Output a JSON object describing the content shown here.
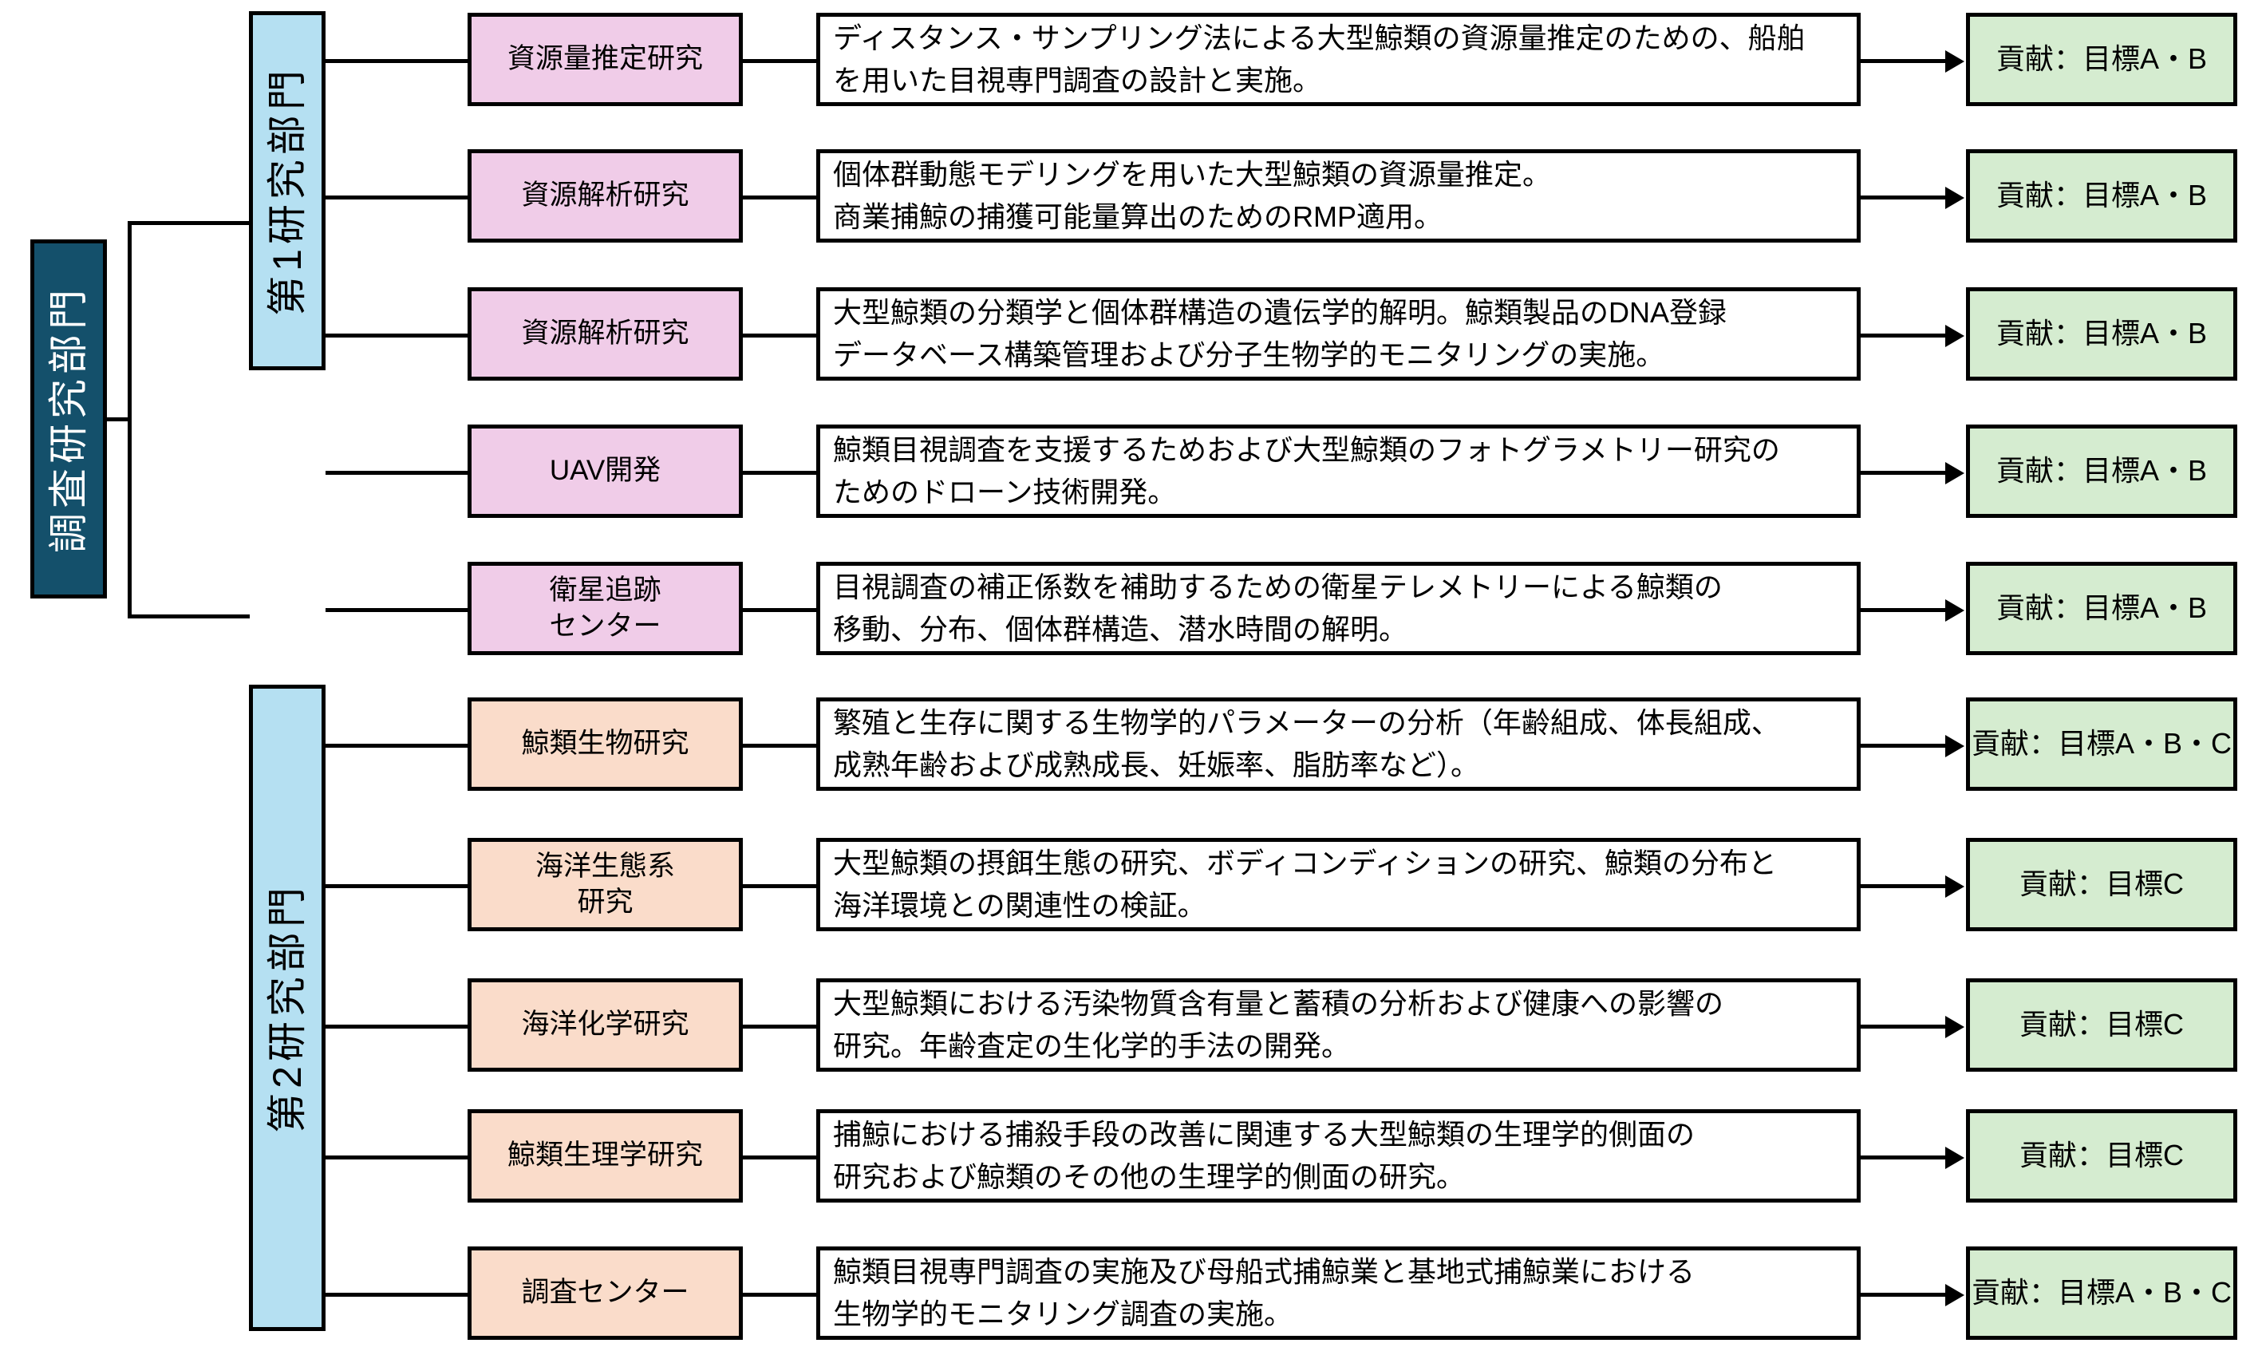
{
  "diagram": {
    "root": {
      "label": "調査研究部門",
      "color": "#14506b",
      "text_color": "#ffffff"
    },
    "divisions": [
      {
        "label": "第1研究部門",
        "color": "#b5e0f2"
      },
      {
        "label": "第2研究部門",
        "color": "#b5e0f2"
      }
    ],
    "rows": [
      {
        "unit": "資源量推定研究",
        "unit_color": "#f0cce8",
        "description_lines": [
          "ディスタンス・サンプリング法による大型鯨類の資源量推定のための、船舶",
          "を用いた目視専門調査の設計と実施。"
        ],
        "goal": "貢献：目標A・B",
        "goal_color": "#d5ecd0"
      },
      {
        "unit": "資源解析研究",
        "unit_color": "#f0cce8",
        "description_lines": [
          "個体群動態モデリングを用いた大型鯨類の資源量推定。",
          "商業捕鯨の捕獲可能量算出のためのRMP適用。"
        ],
        "goal": "貢献：目標A・B",
        "goal_color": "#d5ecd0"
      },
      {
        "unit": "資源解析研究",
        "unit_color": "#f0cce8",
        "description_lines": [
          "大型鯨類の分類学と個体群構造の遺伝学的解明。鯨類製品のDNA登録",
          "データベース構築管理および分子生物学的モニタリングの実施。"
        ],
        "goal": "貢献：目標A・B",
        "goal_color": "#d5ecd0"
      },
      {
        "unit": "UAV開発",
        "unit_color": "#f0cce8",
        "description_lines": [
          "鯨類目視調査を支援するためおよび大型鯨類のフォトグラメトリー研究の",
          "ためのドローン技術開発。"
        ],
        "goal": "貢献：目標A・B",
        "goal_color": "#d5ecd0"
      },
      {
        "unit": "衛星追跡\nセンター",
        "unit_color": "#f0cce8",
        "description_lines": [
          "目視調査の補正係数を補助するための衛星テレメトリーによる鯨類の",
          "移動、分布、個体群構造、潜水時間の解明。"
        ],
        "goal": "貢献：目標A・B",
        "goal_color": "#d5ecd0"
      },
      {
        "unit": "鯨類生物研究",
        "unit_color": "#fadcca",
        "description_lines": [
          "繁殖と生存に関する生物学的パラメーターの分析（年齢組成、体長組成、",
          "成熟年齢および成熟成長、妊娠率、脂肪率など）。"
        ],
        "goal": "貢献：目標A・B・C",
        "goal_color": "#d5ecd0"
      },
      {
        "unit": "海洋生態系\n研究",
        "unit_color": "#fadcca",
        "description_lines": [
          "大型鯨類の摂餌生態の研究、ボディコンディションの研究、鯨類の分布と",
          "海洋環境との関連性の検証。"
        ],
        "goal": "貢献：目標C",
        "goal_color": "#d5ecd0"
      },
      {
        "unit": "海洋化学研究",
        "unit_color": "#fadcca",
        "description_lines": [
          "大型鯨類における汚染物質含有量と蓄積の分析および健康への影響の",
          "研究。年齢査定の生化学的手法の開発。"
        ],
        "goal": "貢献：目標C",
        "goal_color": "#d5ecd0"
      },
      {
        "unit": "鯨類生理学研究",
        "unit_color": "#fadcca",
        "description_lines": [
          "捕鯨における捕殺手段の改善に関連する大型鯨類の生理学的側面の",
          "研究および鯨類のその他の生理学的側面の研究。"
        ],
        "goal": "貢献：目標C",
        "goal_color": "#d5ecd0"
      },
      {
        "unit": "調査センター",
        "unit_color": "#fadcca",
        "description_lines": [
          "鯨類目視専門調査の実施及び母船式捕鯨業と基地式捕鯨業における",
          "生物学的モニタリング調査の実施。"
        ],
        "goal": "貢献：目標A・B・C",
        "goal_color": "#d5ecd0"
      }
    ]
  }
}
